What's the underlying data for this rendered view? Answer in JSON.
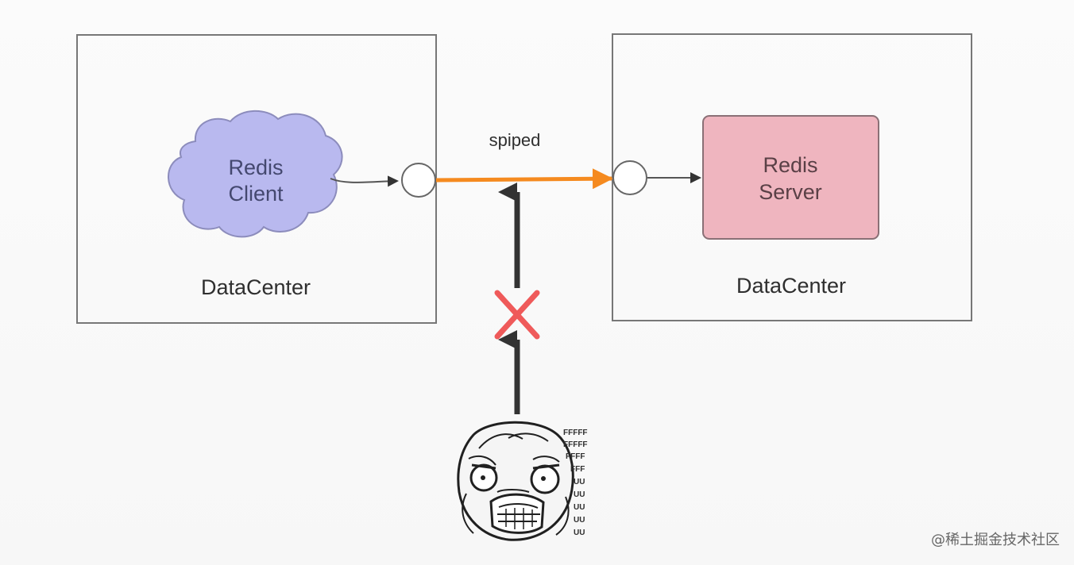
{
  "diagram": {
    "left_box": {
      "label": "DataCenter"
    },
    "right_box": {
      "label": "DataCenter"
    },
    "redis_client": {
      "line1": "Redis",
      "line2": "Client"
    },
    "redis_server": {
      "line1": "Redis",
      "line2": "Server"
    },
    "tunnel": {
      "label": "spiped"
    },
    "attacker": {
      "icon": "rage-face-icon",
      "side_text": [
        "FFFFF",
        "FFFFF",
        "FFFF",
        "FFF",
        "UU",
        "UU",
        "UU",
        "UU",
        "UU"
      ]
    },
    "colors": {
      "client_fill": "#b9b9ef",
      "server_fill": "#efb5bf",
      "secure_arrow": "#f58a1f",
      "block_mark": "#ef5a5a",
      "box_stroke": "#777777",
      "arrow_dark": "#333333"
    }
  },
  "watermark": {
    "text": "@稀土掘金技术社区"
  }
}
